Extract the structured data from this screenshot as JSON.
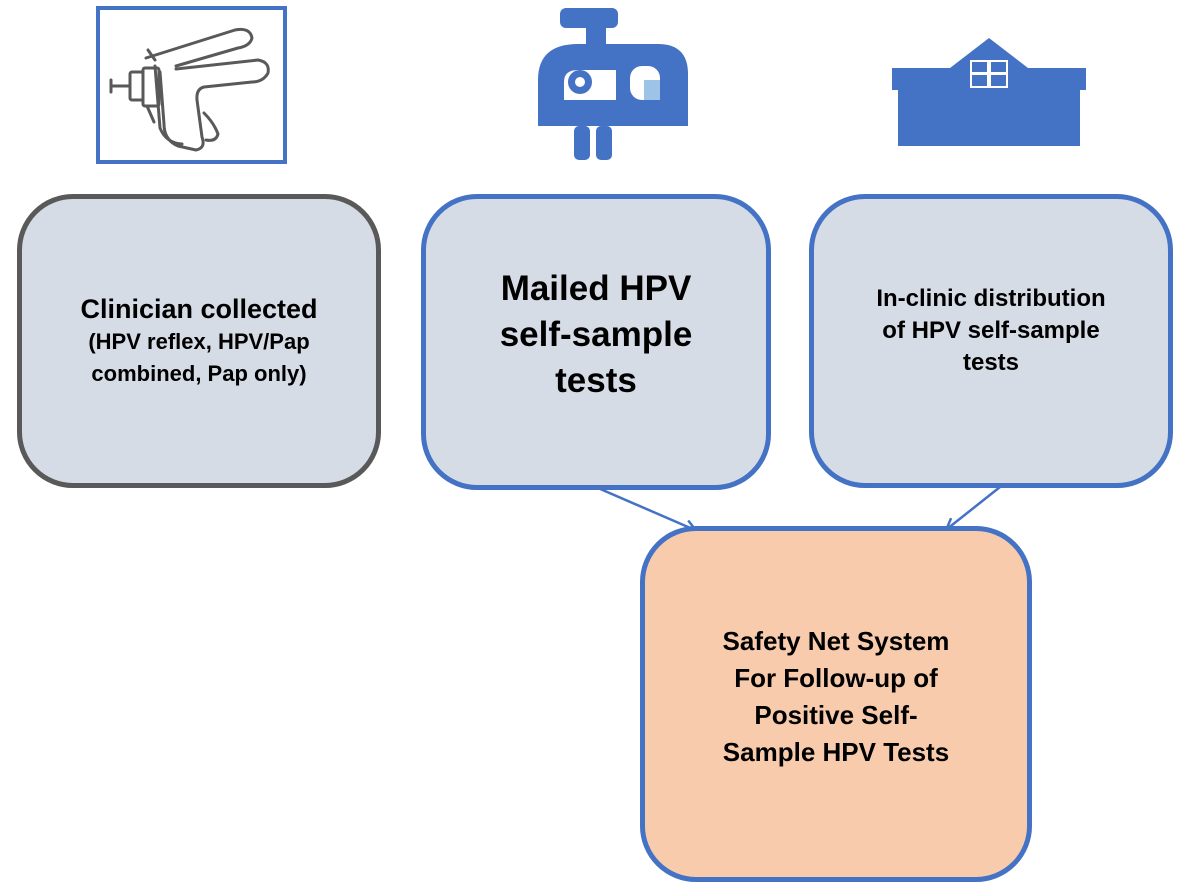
{
  "nodes": {
    "clinician": {
      "title": "Clinician collected",
      "detail_lines": [
        "(HPV reflex, HPV/Pap",
        "combined, Pap only)"
      ],
      "icon": "speculum-icon",
      "border_color": "#595959",
      "fill_color": "#d6dce5"
    },
    "mailed": {
      "lines": [
        "Mailed HPV",
        "self-sample",
        "tests"
      ],
      "icon": "mailbox-icon",
      "border_color": "#4472c4",
      "fill_color": "#d6dce5"
    },
    "inclinic": {
      "lines": [
        "In-clinic distribution",
        "of HPV self-sample",
        "tests"
      ],
      "icon": "clinic-building-icon",
      "border_color": "#4472c4",
      "fill_color": "#d6dce5"
    },
    "safety_net": {
      "lines": [
        "Safety Net System",
        "For Follow-up of",
        "Positive Self-",
        "Sample HPV Tests"
      ],
      "border_color": "#4472c4",
      "fill_color": "#f8cbad"
    }
  },
  "edges": [
    {
      "from": "mailed",
      "to": "safety_net"
    },
    {
      "from": "inclinic",
      "to": "safety_net"
    }
  ],
  "colors": {
    "accent": "#4472c4",
    "icon_line": "#595959"
  }
}
